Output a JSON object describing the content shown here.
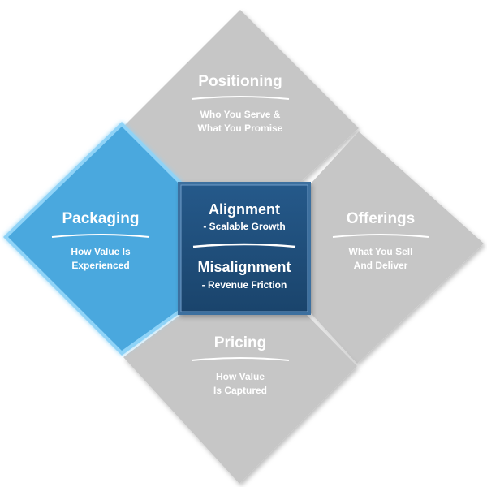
{
  "diagram": {
    "center": {
      "alignment_title": "Alignment",
      "alignment_sub": "-  Scalable Growth",
      "misalignment_title": "Misalignment",
      "misalignment_sub": "-  Revenue Friction"
    },
    "quadrants": {
      "positioning": {
        "title": "Positioning",
        "line1": "Who You Serve &",
        "line2": "What You Promise"
      },
      "offerings": {
        "title": "Offerings",
        "line1": "What You Sell",
        "line2": "And Deliver"
      },
      "pricing": {
        "title": "Pricing",
        "line1": "How Value",
        "line2": "Is Captured"
      },
      "packaging": {
        "title": "Packaging",
        "line1": "How Value Is",
        "line2": "Experienced"
      }
    },
    "colors": {
      "gray": "#c6c6c6",
      "highlight": "#4aa8de",
      "highlight_glow": "#8fd3f7",
      "center": "#1f4e79",
      "center_border": "#5f8fbf",
      "text": "#ffffff"
    }
  }
}
